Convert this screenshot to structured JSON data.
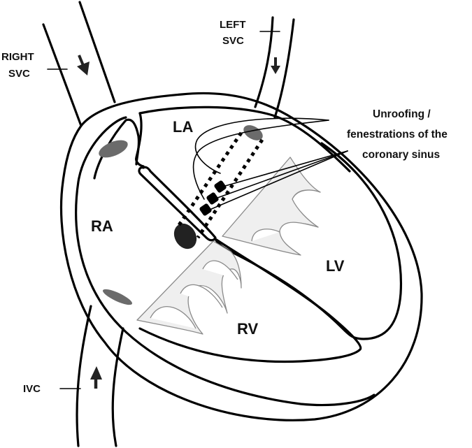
{
  "figure": {
    "type": "anatomical-diagram",
    "subject": "Heart four-chamber view with coronary sinus"
  },
  "labels": {
    "right_svc": [
      "RIGHT",
      "SVC"
    ],
    "left_svc": [
      "LEFT",
      "SVC"
    ],
    "ivc": "IVC",
    "la": "LA",
    "ra": "RA",
    "lv": "LV",
    "rv": "RV",
    "annotation": [
      "Unroofing /",
      "fenestrations of the",
      "coronary sinus"
    ]
  },
  "colors": {
    "outline": "#000000",
    "valve_fill": "#efefef",
    "valve_stroke": "#8a8a8a",
    "orifice_gray": "#6b6b6b",
    "orifice_dark": "#222222",
    "background": "#ffffff"
  },
  "flow_arrows": [
    {
      "vessel": "right_svc",
      "direction": "down"
    },
    {
      "vessel": "left_svc",
      "direction": "down"
    },
    {
      "vessel": "ivc",
      "direction": "up"
    }
  ],
  "fenestrations_count": 3
}
